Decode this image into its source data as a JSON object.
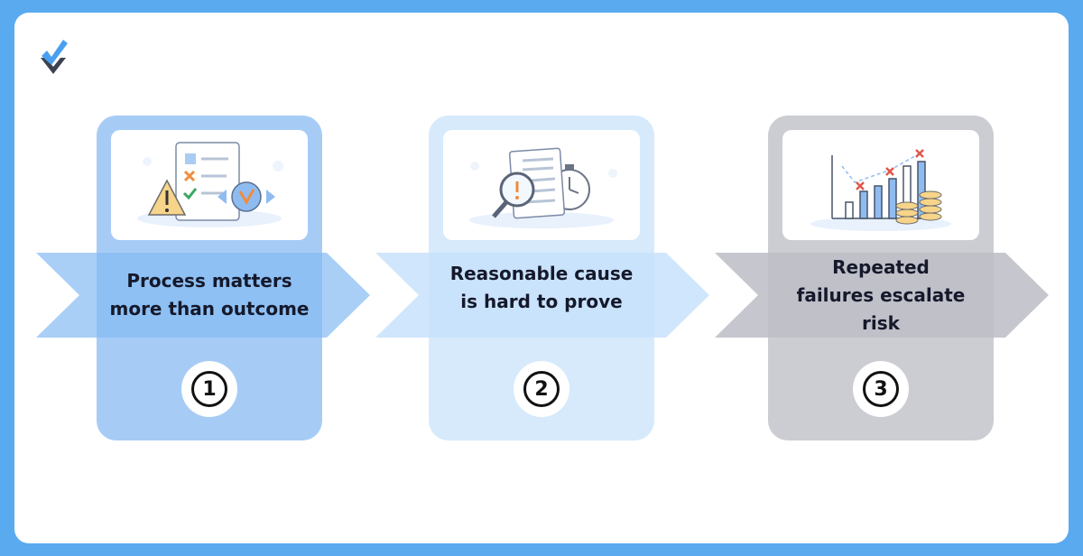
{
  "brand": {
    "logo_icon": "checkmark-x-logo-icon",
    "colors": {
      "check": "#4a9ff0",
      "x": "#3c4250"
    }
  },
  "steps": [
    {
      "number": "1",
      "label": "Process matters more than outcome",
      "icon": "checklist-warning-illustration",
      "card_color": "#a6ccf6",
      "arrow_color": "#84baf4"
    },
    {
      "number": "2",
      "label": "Reasonable cause is hard to prove",
      "icon": "document-magnifier-stopwatch-illustration",
      "card_color": "#d6eafc",
      "arrow_color": "#c8e2fb"
    },
    {
      "number": "3",
      "label": "Repeated failures escalate risk",
      "icon": "rising-bar-chart-coins-illustration",
      "card_color": "#cccdd3",
      "arrow_color": "#bcbdc5"
    }
  ]
}
